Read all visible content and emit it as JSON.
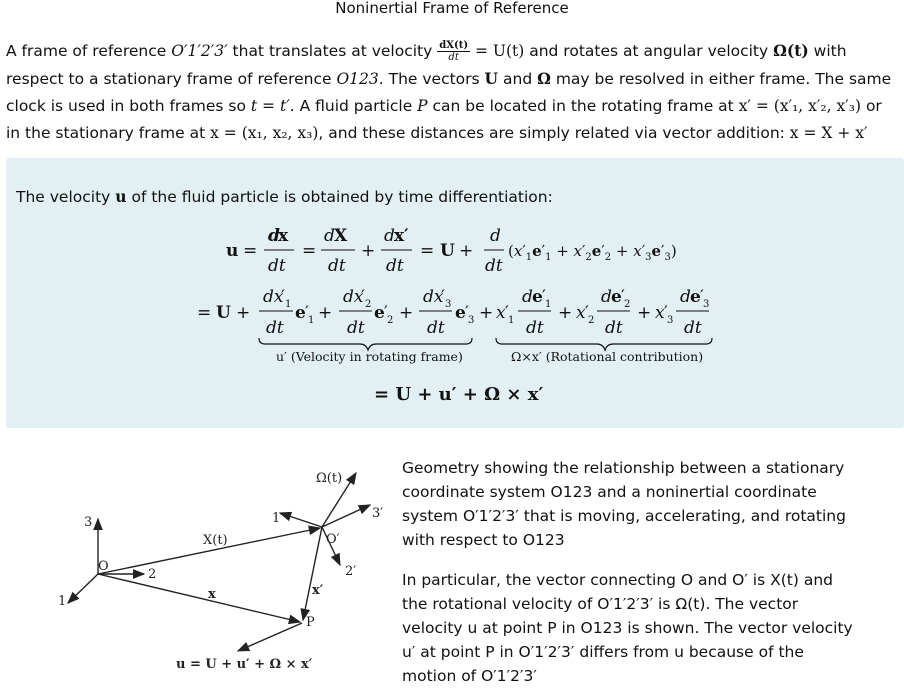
{
  "title": "Noninertial Frame of Reference",
  "intro": {
    "s1": "A frame of reference ",
    "frame_rot": "O′1′2′3′",
    "s2": " that translates at velocity ",
    "vel_num": "dX(t)",
    "vel_den": "dt",
    "vel_eq": " = U(t)",
    "s3": " and rotates at angular velocity ",
    "omega": "Ω(t)",
    "s4": " with respect to a stationary frame of reference ",
    "frame_stat": "O123",
    "s5": ". The vectors ",
    "U": "U",
    "s6": " and ",
    "Om": "Ω",
    "s7": " may be resolved in either frame. The same clock is used in both frames so ",
    "time_eq": "t = t′",
    "s8": ". A fluid particle ",
    "P": "P",
    "s9": " can be located in the rotating frame at ",
    "xprime_eq": "x′ = (x′₁, x′₂, x′₃)",
    "s10": " or in the stationary frame at ",
    "x_eq": "x = (x₁, x₂, x₃)",
    "s11": ", and these distances are simply related via vector addition: ",
    "sum_eq": "x = X + x′"
  },
  "derivation": {
    "lead_a": "The velocity ",
    "lead_u": "u",
    "lead_b": " of the fluid particle is obtained by time differentiation:",
    "brace_left": "u′ (Velocity in rotating frame)",
    "brace_right": "Ω×x′ (Rotational contribution)",
    "final": "= U + u′ + Ω × x′"
  },
  "figure": {
    "labels": {
      "omega": "Ω(t)",
      "axis3": "3",
      "axis1": "1",
      "axis2": "2",
      "origin": "O",
      "X": "X(t)",
      "x": "x",
      "P": "P",
      "xprime": "x′",
      "Oprime": "O′",
      "axis1p": "1′",
      "axis2p": "2′",
      "axis3p": "3′",
      "velocity": "u = U + u′ + Ω × x′"
    }
  },
  "captions": {
    "c1": "Geometry showing the relationship between a stationary coordinate system O123 and a noninertial coordinate system O′1′2′3′ that is moving, accelerating, and rotating with respect to O123",
    "c2": "In particular, the vector connecting O and O′ is X(t) and the rotational velocity of O′1′2′3′ is Ω(t). The vector velocity u at point P in O123 is shown. The vector velocity u′ at point P in O′1′2′3′ differs from u because of the motion of O′1′2′3′"
  },
  "colors": {
    "panel": "#e2f0f3",
    "text": "#111111"
  }
}
